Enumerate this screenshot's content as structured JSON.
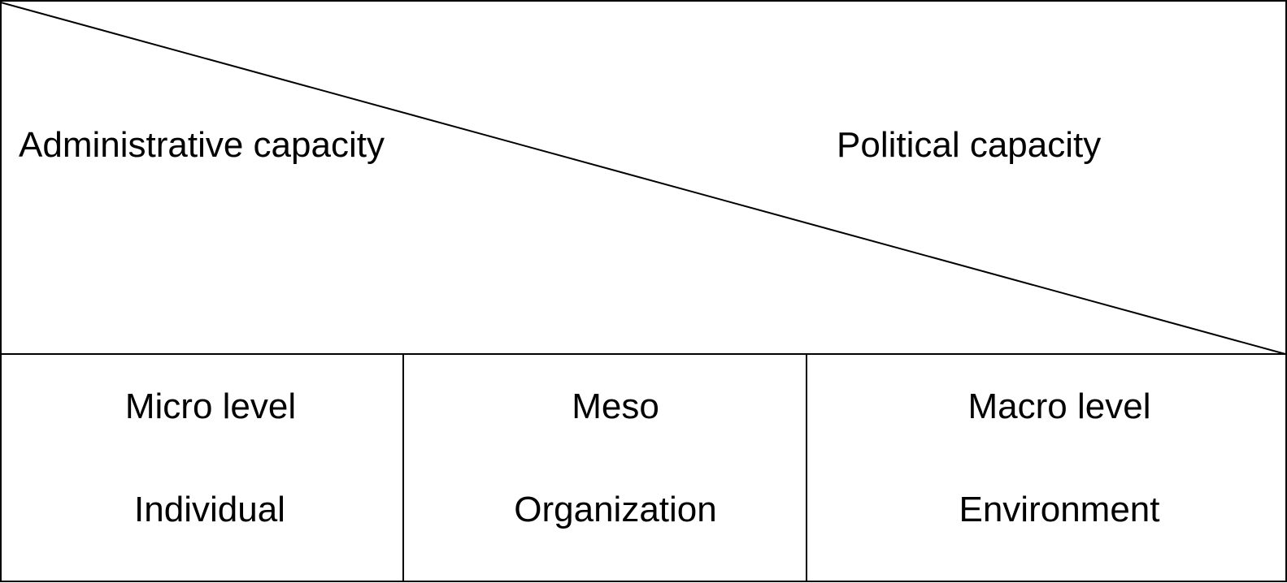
{
  "top": {
    "left_label": "Administrative capacity",
    "right_label": "Political capacity"
  },
  "levels": [
    {
      "title": "Micro level",
      "subtitle": "Individual"
    },
    {
      "title": "Meso",
      "subtitle": "Organization"
    },
    {
      "title": "Macro level",
      "subtitle": "Environment"
    }
  ],
  "colors": {
    "line": "#000000",
    "text": "#000000",
    "background": "#ffffff"
  }
}
